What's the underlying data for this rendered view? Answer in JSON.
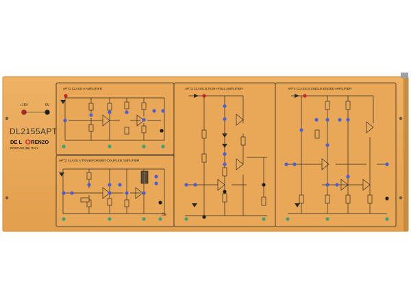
{
  "panel": {
    "model_code": "DL2155APT",
    "brand_prefix": "DE L",
    "brand_suffix": "RENZO",
    "address": "BOZZANO (MI) ITALY",
    "supply_positive": "+15V",
    "supply_ground": "0V",
    "ce_mark": "CE"
  },
  "modules": [
    {
      "code": "APT1",
      "title": "APT1 CLASS A AMPLIFIER"
    },
    {
      "code": "APT2",
      "title": "APT2 CLASS A TRANSFORMER-COUPLED AMPLIFIER"
    },
    {
      "code": "APT3",
      "title": "APT3 CLASS B PUSH-PULL AMPLIFIER"
    },
    {
      "code": "APT4",
      "title": "APT4 CLASS B SINGLE-ENDED AMPLIFIER"
    }
  ],
  "colors": {
    "panel": "#e8a857",
    "panel_edge": "#c98c3e",
    "trace": "#2a2a2a",
    "socket_blue": "#4a5fd6",
    "socket_red": "#c8202a",
    "socket_green": "#3fa07a",
    "socket_black": "#1e1e1e"
  }
}
